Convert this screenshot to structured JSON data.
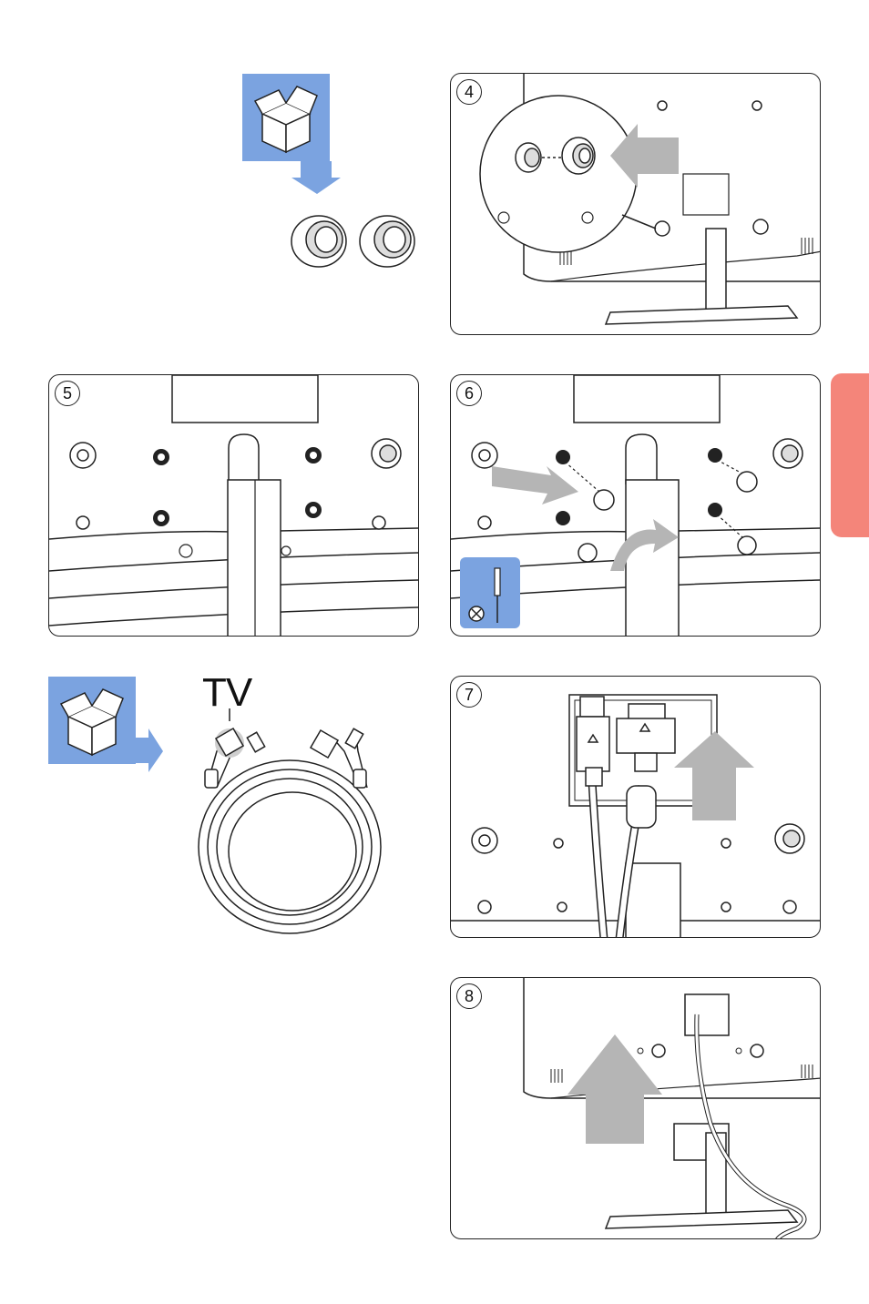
{
  "steps": [
    {
      "number": "4"
    },
    {
      "number": "5"
    },
    {
      "number": "6"
    },
    {
      "number": "7"
    },
    {
      "number": "8"
    }
  ],
  "cable_label": "TV",
  "colors": {
    "box_blue": "#7ba3e0",
    "arrow_gray": "#b5b5b5",
    "side_tab": "#f4857a",
    "line": "#222222"
  },
  "icons": {
    "box": "box-icon",
    "screwdriver": "screwdriver-icon",
    "arrow": "arrow-icon"
  }
}
